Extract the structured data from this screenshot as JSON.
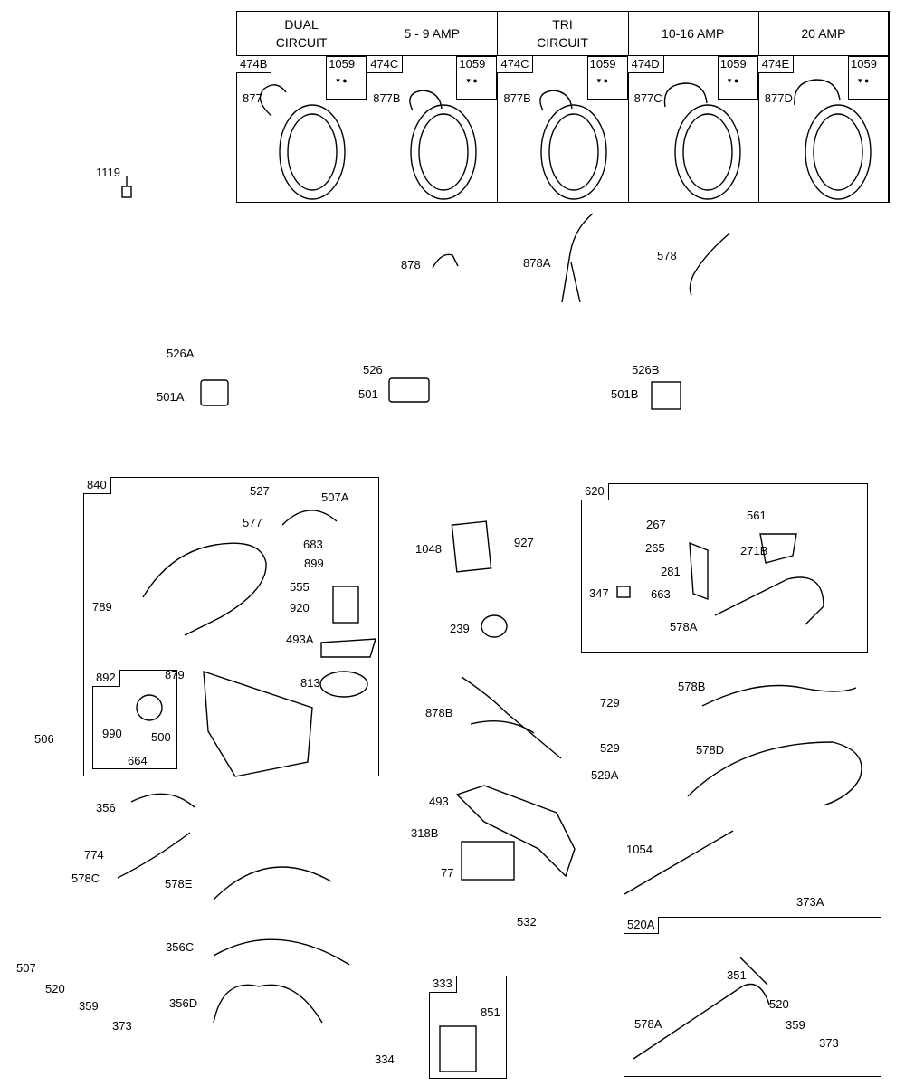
{
  "header_table": {
    "columns": [
      {
        "title": "DUAL\nCIRCUIT",
        "part": "474B",
        "fastener": "1059",
        "stator": "877"
      },
      {
        "title": "5 - 9 AMP",
        "part": "474C",
        "fastener": "1059",
        "stator": "877B"
      },
      {
        "title": "TRI\nCIRCUIT",
        "part": "474C",
        "fastener": "1059",
        "stator": "877B"
      },
      {
        "title": "10-16 AMP",
        "part": "474D",
        "fastener": "1059",
        "stator": "877C"
      },
      {
        "title": "20 AMP",
        "part": "474E",
        "fastener": "1059",
        "stator": "877D"
      }
    ]
  },
  "groups": {
    "g840": "840",
    "g892": "892",
    "g620": "620",
    "g333": "333",
    "g520A": "520A"
  },
  "labels": {
    "l1119": "1119",
    "l878": "878",
    "l878A": "878A",
    "l578": "578",
    "l526A": "526A",
    "l501A": "501A",
    "l526": "526",
    "l501": "501",
    "l526B": "526B",
    "l501B": "501B",
    "l527": "527",
    "l507A": "507A",
    "l577": "577",
    "l683": "683",
    "l899": "899",
    "l555": "555",
    "l920": "920",
    "l789": "789",
    "l493A": "493A",
    "l813": "813",
    "l879": "879",
    "l990": "990",
    "l500": "500",
    "l664": "664",
    "l506": "506",
    "l1048": "1048",
    "l927": "927",
    "l239": "239",
    "l267": "267",
    "l561": "561",
    "l265": "265",
    "l271B": "271B",
    "l281": "281",
    "l347": "347",
    "l663": "663",
    "l578A": "578A",
    "l729": "729",
    "l578B": "578B",
    "l878B": "878B",
    "l529": "529",
    "l578D": "578D",
    "l529A": "529A",
    "l356": "356",
    "l774": "774",
    "l578C": "578C",
    "l578E": "578E",
    "l493": "493",
    "l318B": "318B",
    "l77": "77",
    "l1054": "1054",
    "l532": "532",
    "l373A": "373A",
    "l356C": "356C",
    "l356D": "356D",
    "l507": "507",
    "l520": "520",
    "l359": "359",
    "l373": "373",
    "l851": "851",
    "l334": "334",
    "l351": "351",
    "l520b": "520",
    "l359b": "359",
    "l373b": "373",
    "l578Ab": "578A"
  }
}
